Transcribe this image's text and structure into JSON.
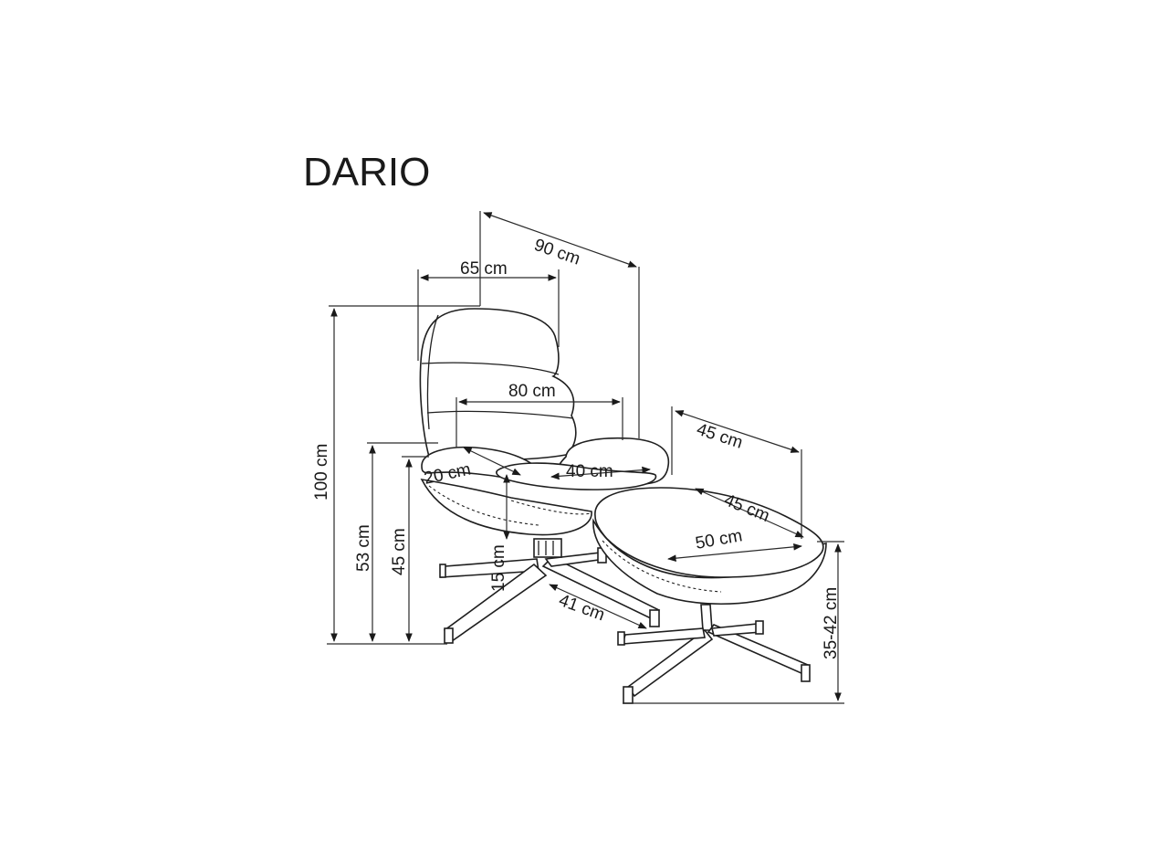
{
  "title": "DARIO",
  "dimensions": {
    "depth_total": "90 cm",
    "seat_depth": "65 cm",
    "width": "80 cm",
    "armrest_length": "40 cm",
    "armrest_width": "20 cm",
    "height_total": "100 cm",
    "armrest_height": "53 cm",
    "seat_height": "45 cm",
    "base_clearance": "15 cm",
    "base_radius": "41 cm",
    "ottoman_depth": "45 cm",
    "ottoman_top_depth": "45 cm",
    "ottoman_width": "50 cm",
    "ottoman_height": "35-42 cm"
  }
}
